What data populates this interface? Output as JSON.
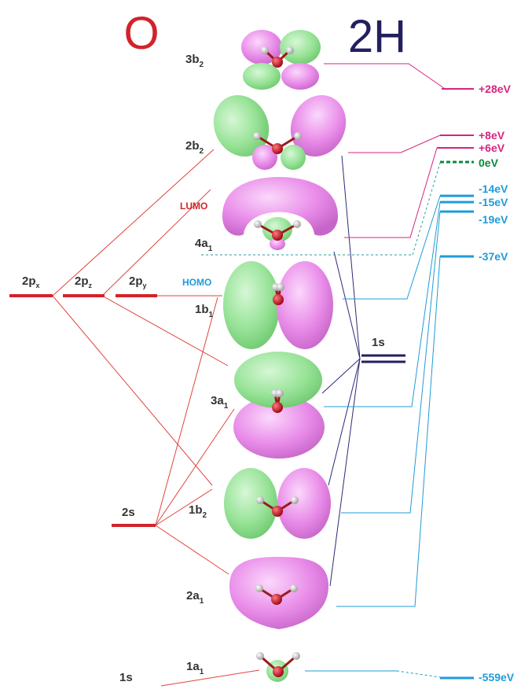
{
  "headers": {
    "oxygen": "O",
    "hydrogen": "2H"
  },
  "colors": {
    "oxygen_red": "#d2232a",
    "hydrogen_navy": "#231f5f",
    "positive_magenta": "#d6247f",
    "zero_green": "#0a8a3c",
    "negative_blue": "#1f9bd8",
    "lobe_green": "#9ce69c",
    "lobe_magenta": "#e68ae8"
  },
  "oxygen_orbitals": [
    {
      "main": "2p",
      "sub": "x"
    },
    {
      "main": "2p",
      "sub": "z"
    },
    {
      "main": "2p",
      "sub": "y"
    },
    {
      "main": "2s",
      "sub": ""
    },
    {
      "main": "1s",
      "sub": ""
    }
  ],
  "hydrogen_orbital": {
    "label": "1s"
  },
  "molecular_orbitals": [
    {
      "main": "3b",
      "sub": "2"
    },
    {
      "main": "2b",
      "sub": "2"
    },
    {
      "main": "4a",
      "sub": "1"
    },
    {
      "main": "1b",
      "sub": "1"
    },
    {
      "main": "3a",
      "sub": "1"
    },
    {
      "main": "1b",
      "sub": "2"
    },
    {
      "main": "2a",
      "sub": "1"
    },
    {
      "main": "1a",
      "sub": "1"
    }
  ],
  "frontier": {
    "lumo": "LUMO",
    "homo": "HOMO"
  },
  "energies": [
    {
      "label": "+28eV",
      "sign": "positive"
    },
    {
      "label": "+8eV",
      "sign": "positive"
    },
    {
      "label": "+6eV",
      "sign": "positive"
    },
    {
      "label": "0eV",
      "sign": "zero"
    },
    {
      "label": "-14eV",
      "sign": "negative"
    },
    {
      "label": "-15eV",
      "sign": "negative"
    },
    {
      "label": "-19eV",
      "sign": "negative"
    },
    {
      "label": "-37eV",
      "sign": "negative"
    },
    {
      "label": "-559eV",
      "sign": "negative"
    }
  ]
}
